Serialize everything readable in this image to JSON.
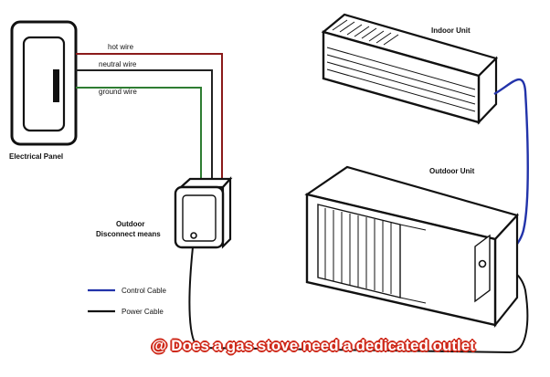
{
  "diagram": {
    "labels": {
      "electrical_panel": "Electrical Panel",
      "hot_wire": "hot wire",
      "neutral_wire": "neutral wire",
      "ground_wire": "ground wire",
      "disconnect_line1": "Outdoor",
      "disconnect_line2": "Disconnect means",
      "indoor_unit": "Indoor Unit",
      "outdoor_unit": "Outdoor Unit"
    },
    "legend": {
      "control_cable": "Control Cable",
      "power_cable": "Power Cable"
    },
    "colors": {
      "hot_wire": "#8b1a1a",
      "neutral_wire": "#222222",
      "ground_wire": "#2e7d32",
      "control_cable": "#2233aa",
      "power_cable": "#111111"
    }
  },
  "caption": {
    "text": "@ Does a gas stove need a dedicated outlet",
    "color": "#cf2a1b"
  }
}
